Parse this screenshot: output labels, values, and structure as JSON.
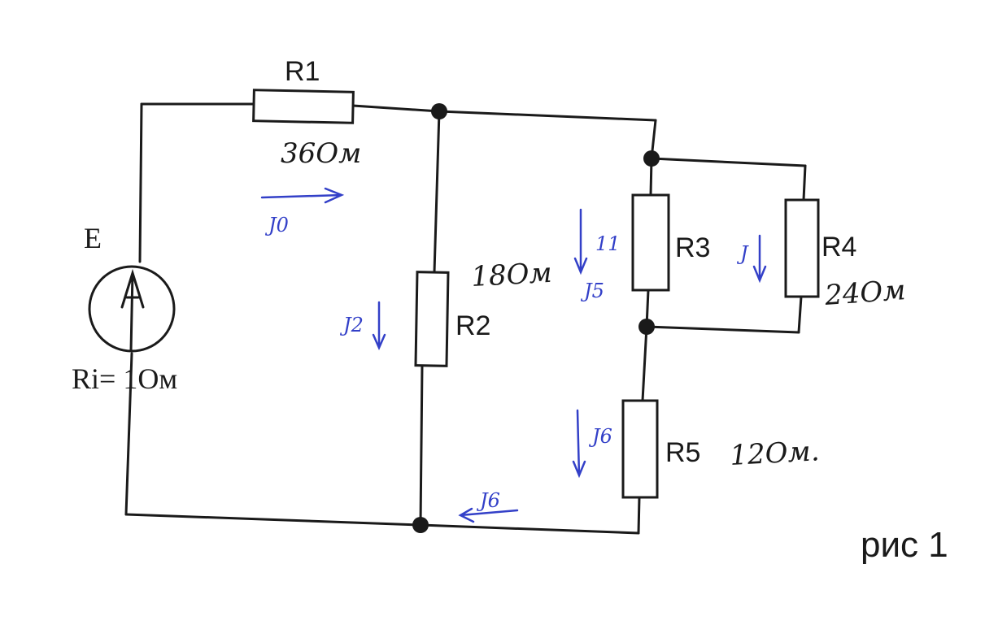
{
  "components": {
    "E": "E",
    "R1": "R1",
    "R2": "R2",
    "R3": "R3",
    "R4": "R4",
    "R5": "R5"
  },
  "values": {
    "R1": "36Ом",
    "R2": "18Ом",
    "R4": "24Ом",
    "R5": "12Ом.",
    "Ri": "Ri= 1Ом"
  },
  "currents": {
    "I0": "J0",
    "I2": "J2",
    "I3": "J5",
    "I3_mark": "11",
    "I4": "J",
    "I5": "J6",
    "I_return": "J6"
  },
  "figure_label": "рис 1",
  "colors": {
    "ink": "#1a1a1a",
    "annotation": "#3340c8"
  }
}
